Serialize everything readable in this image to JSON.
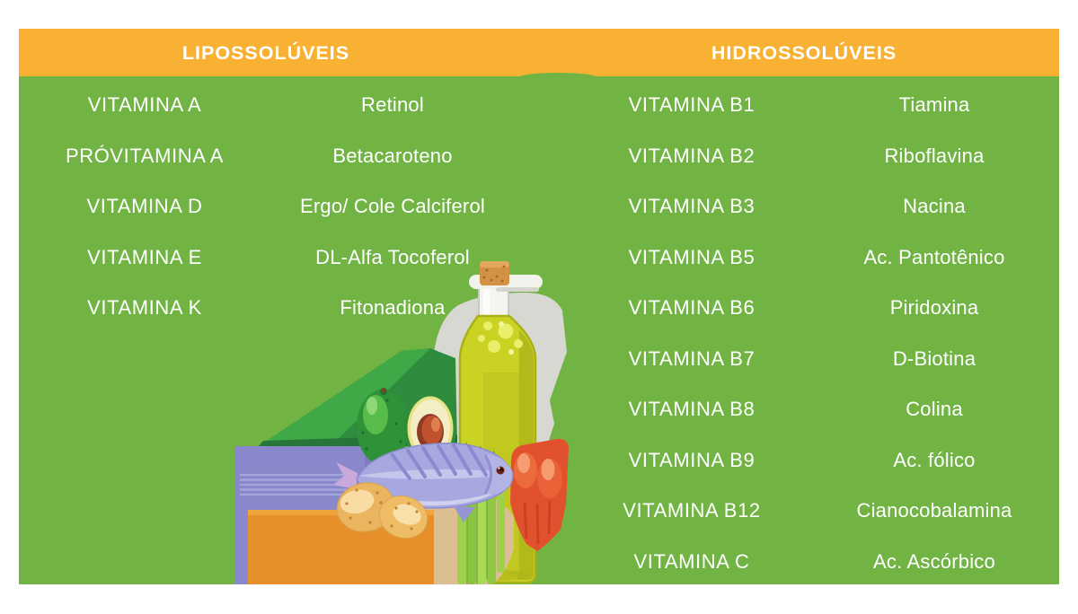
{
  "colors": {
    "page_bg": "#FFFFFF",
    "header_orange": "#F8B133",
    "body_green": "#72B444",
    "text_white": "#FFFFFF"
  },
  "sections": [
    {
      "title": "LIPOSSOLÚVEIS",
      "rows": [
        {
          "label": "VITAMINA A",
          "value": "Retinol"
        },
        {
          "label": "PRÓVITAMINA A",
          "value": "Betacaroteno"
        },
        {
          "label": "VITAMINA D",
          "value": "Ergo/ Cole Calciferol"
        },
        {
          "label": "VITAMINA E",
          "value": "DL-Alfa Tocoferol"
        },
        {
          "label": "VITAMINA K",
          "value": "Fitonadiona"
        }
      ]
    },
    {
      "title": "HIDROSSOLÚVEIS",
      "rows": [
        {
          "label": "VITAMINA B1",
          "value": "Tiamina"
        },
        {
          "label": "VITAMINA B2",
          "value": "Riboflavina"
        },
        {
          "label": "VITAMINA B3",
          "value": "Nacina"
        },
        {
          "label": "VITAMINA B5",
          "value": "Ac. Pantotênico"
        },
        {
          "label": "VITAMINA B6",
          "value": "Piridoxina"
        },
        {
          "label": "VITAMINA B7",
          "value": "D-Biotina"
        },
        {
          "label": "VITAMINA B8",
          "value": "Colina"
        },
        {
          "label": "VITAMINA B9",
          "value": "Ac. fólico"
        },
        {
          "label": "VITAMINA B12",
          "value": "Cianocobalamina"
        },
        {
          "label": "VITAMINA C",
          "value": "Ac. Ascórbico"
        }
      ]
    }
  ],
  "illustration": {
    "items": [
      "olive-oil-bottle",
      "avocado-whole",
      "avocado-half",
      "fish",
      "potatoes",
      "cheese-block",
      "celery",
      "salmon-slices",
      "purple-package",
      "bread-loaf",
      "herb-garnish",
      "grey-backdrop"
    ]
  }
}
